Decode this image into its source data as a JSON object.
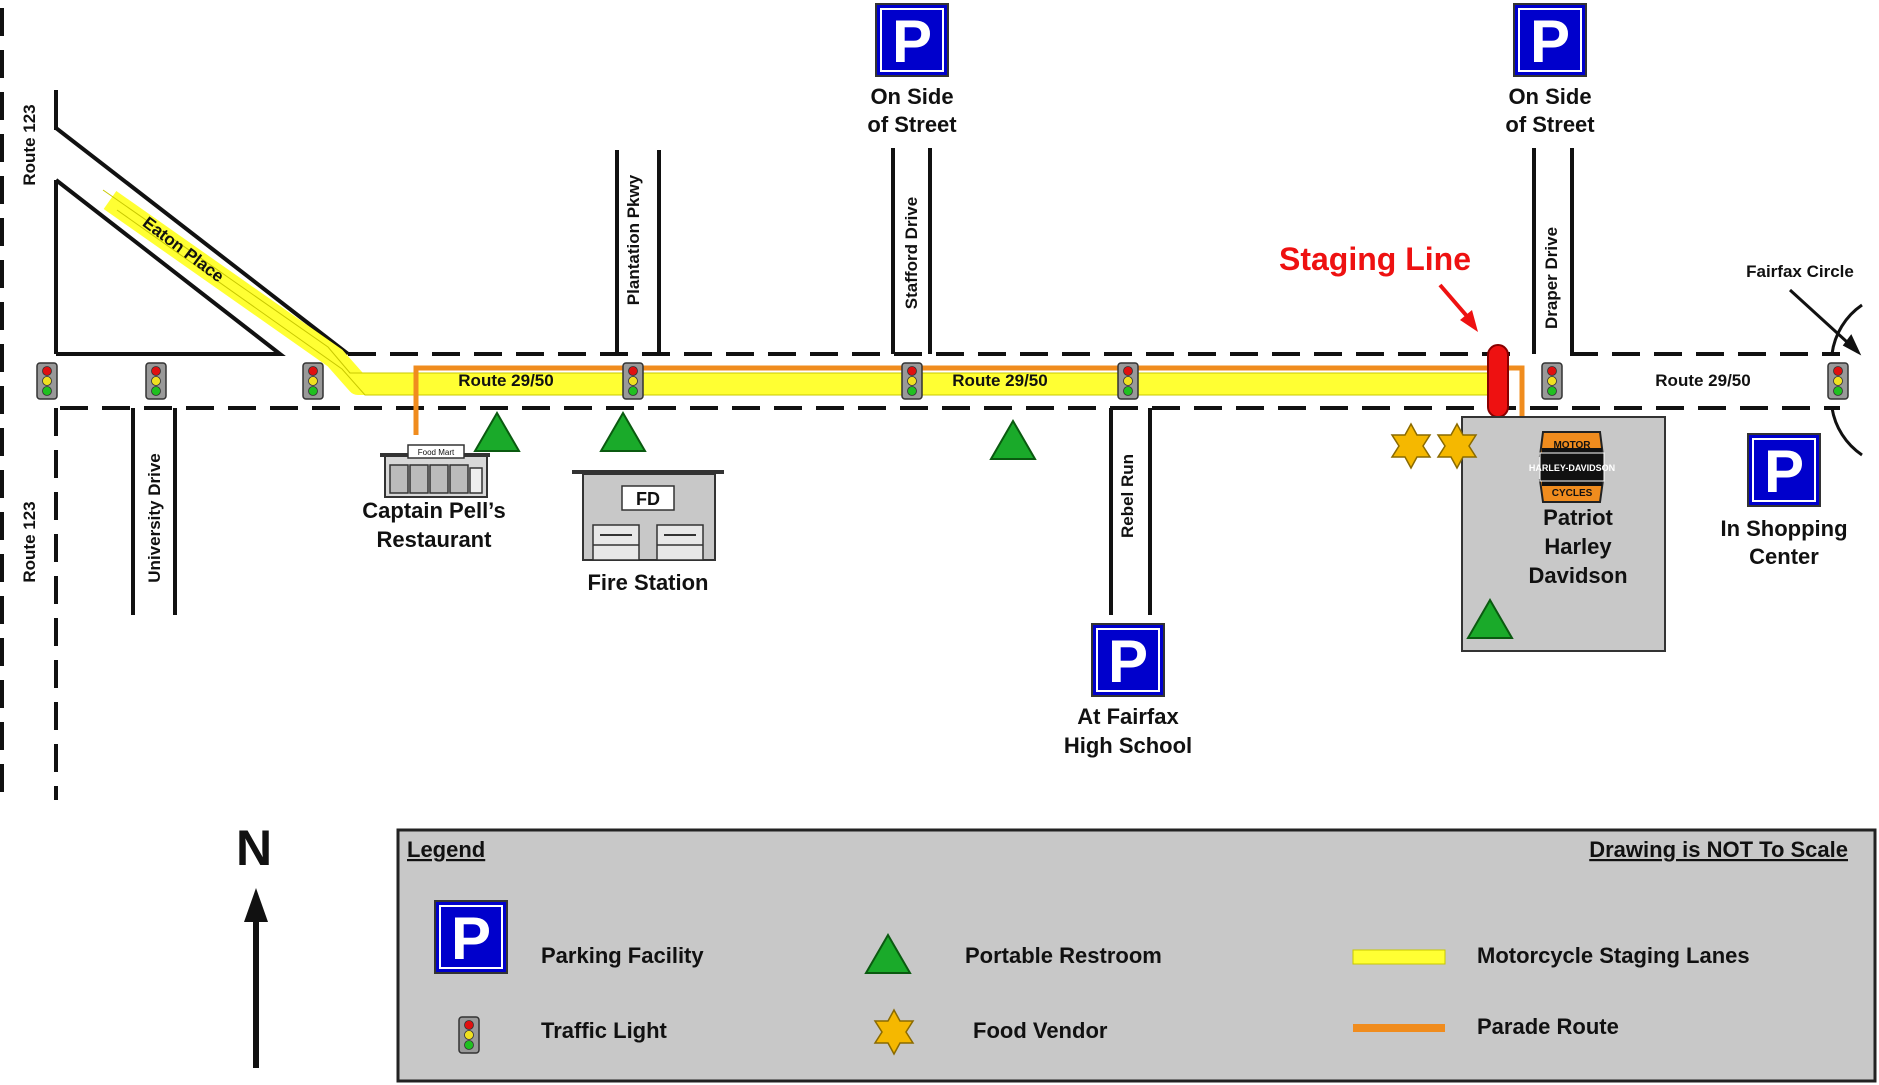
{
  "title_marker": "Staging Line",
  "roads": {
    "route123_north": "Route 123",
    "route123_south": "Route 123",
    "eaton_place": "Eaton Place",
    "university_drive": "University Drive",
    "plantation_pkwy": "Plantation Pkwy",
    "stafford_drive": "Stafford Drive",
    "rebel_run": "Rebel Run",
    "draper_drive": "Draper Drive",
    "route2950_a": "Route 29/50",
    "route2950_b": "Route 29/50",
    "route2950_c": "Route 29/50",
    "fairfax_circle": "Fairfax Circle"
  },
  "places": {
    "food_mart_sign": "Food Mart",
    "restaurant_line1": "Captain Pell’s",
    "restaurant_line2": "Restaurant",
    "fd_sign": "FD",
    "fire_station": "Fire Station",
    "harley_logo_top": "MOTOR",
    "harley_logo_mid": "HARLEY-DAVIDSON",
    "harley_logo_bottom": "CYCLES",
    "dealer_line1": "Patriot",
    "dealer_line2": "Harley",
    "dealer_line3": "Davidson"
  },
  "parking": {
    "symbol": "P",
    "stafford_line1": "On Side",
    "stafford_line2": "of Street",
    "draper_line1": "On Side",
    "draper_line2": "of Street",
    "school_line1": "At Fairfax",
    "school_line2": "High School",
    "shopping_line1": "In Shopping",
    "shopping_line2": "Center"
  },
  "compass": {
    "label": "N"
  },
  "legend": {
    "title": "Legend",
    "scale_note": "Drawing is NOT To Scale",
    "parking": "Parking Facility",
    "traffic_light": "Traffic Light",
    "restroom": "Portable Restroom",
    "food_vendor": "Food Vendor",
    "staging_lanes": "Motorcycle Staging Lanes",
    "parade_route": "Parade Route"
  },
  "colors": {
    "staging_yellow": "#ffff33",
    "parade_orange": "#f08c1e",
    "staging_line_red": "#ee1111",
    "parking_blue": "#0000cc",
    "restroom_green": "#1aaa2a",
    "vendor_gold": "#f5b800",
    "building_gray": "#c8c8c8"
  },
  "icons": {
    "parking": "parking-sign-icon",
    "traffic_light": "traffic-light-icon",
    "restroom": "restroom-triangle-icon",
    "vendor": "star-icon",
    "compass": "north-arrow-icon"
  }
}
